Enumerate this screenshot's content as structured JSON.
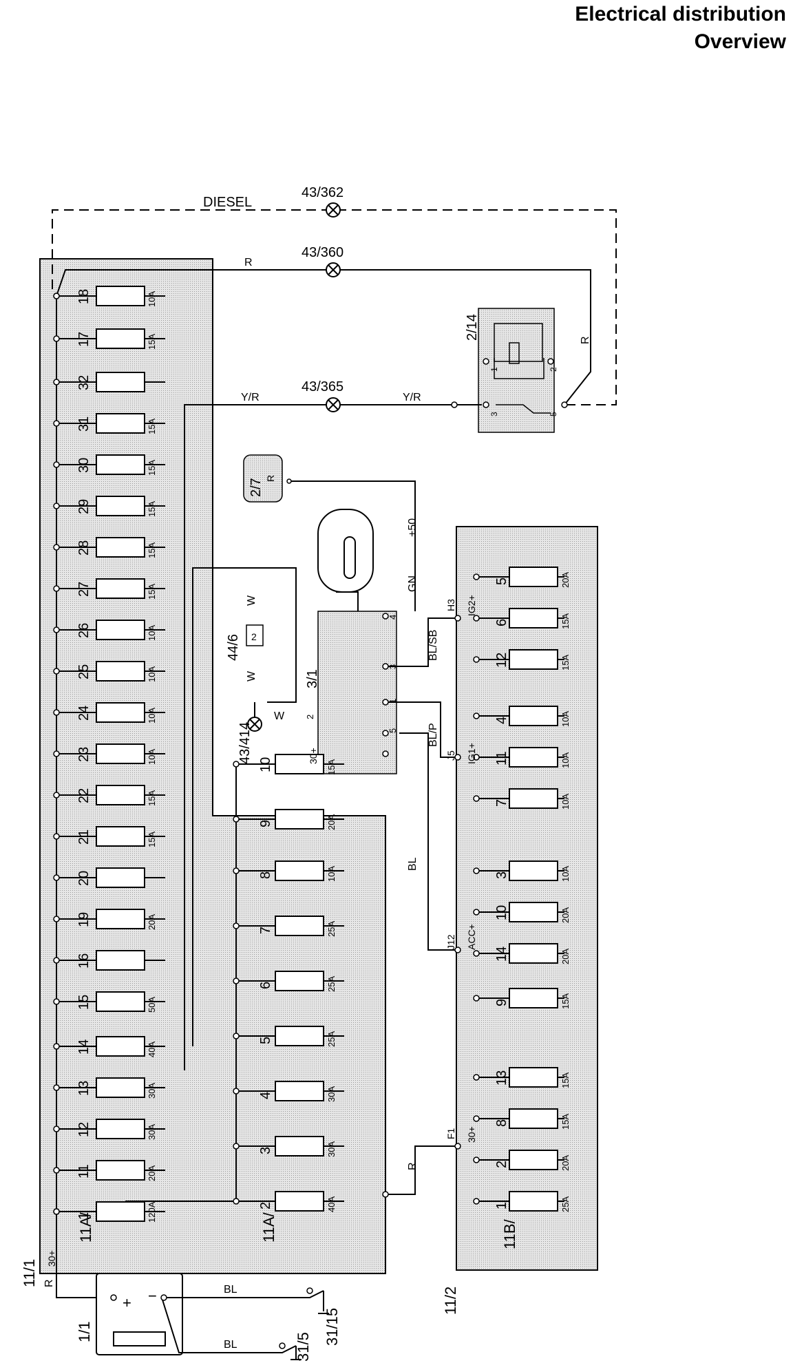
{
  "header": {
    "title": "Electrical distribution",
    "subtitle": "Overview"
  },
  "colors": {
    "shade": "#d9d9d9",
    "line": "#000000"
  },
  "diagram": {
    "diesel_label": "DIESEL",
    "connectors": {
      "c362": "43/362",
      "c360": "43/360",
      "c365": "43/365",
      "c414": "43/414"
    },
    "wires": {
      "r": "R",
      "yr": "Y/R",
      "w": "W",
      "gn": "GN",
      "p50": "+50",
      "blsb": "BL/SB",
      "blp": "BL/P",
      "bl": "BL"
    },
    "junctions": {
      "h3": "H3",
      "j5": "J5",
      "j12": "J12",
      "f1": "F1"
    },
    "feeds": {
      "ig2": "IG2+",
      "ig1": "IG1+",
      "acc": "ACC+",
      "b30": "30+"
    },
    "components": {
      "relay": "2/14",
      "relay_r": "R",
      "starter": "2/7",
      "starter_r": "R",
      "ign": "3/1",
      "ign_30": "30+",
      "c446": "44/6",
      "c446_pin": "2",
      "battery": "1/1",
      "ground15": "31/15",
      "ground5": "31/5"
    },
    "relay_pins": [
      "1",
      "2",
      "3",
      "5"
    ],
    "ign_pins": [
      "4",
      "3",
      "1",
      "2",
      "5"
    ],
    "boxes": {
      "main": "11/1",
      "main_30": "30+",
      "main_row": "11A/",
      "mid_row": "11A/",
      "right": "11/2",
      "right_row": "11B/"
    }
  },
  "main_fuses": [
    {
      "n": "18",
      "a": "10A"
    },
    {
      "n": "17",
      "a": "15A"
    },
    {
      "n": "32",
      "a": ""
    },
    {
      "n": "31",
      "a": "15A"
    },
    {
      "n": "30",
      "a": "15A"
    },
    {
      "n": "29",
      "a": "15A"
    },
    {
      "n": "28",
      "a": "15A"
    },
    {
      "n": "27",
      "a": "15A"
    },
    {
      "n": "26",
      "a": "10A"
    },
    {
      "n": "25",
      "a": "10A"
    },
    {
      "n": "24",
      "a": "10A"
    },
    {
      "n": "23",
      "a": "10A"
    },
    {
      "n": "22",
      "a": "15A"
    },
    {
      "n": "21",
      "a": "15A"
    },
    {
      "n": "20",
      "a": ""
    },
    {
      "n": "19",
      "a": "20A"
    },
    {
      "n": "16",
      "a": ""
    },
    {
      "n": "15",
      "a": "50A"
    },
    {
      "n": "14",
      "a": "40A"
    },
    {
      "n": "13",
      "a": "30A"
    },
    {
      "n": "12",
      "a": "30A"
    },
    {
      "n": "11",
      "a": "20A"
    },
    {
      "n": "1",
      "a": "120A"
    }
  ],
  "mid_fuses": [
    {
      "n": "10",
      "a": "15A"
    },
    {
      "n": "9",
      "a": "20A"
    },
    {
      "n": "8",
      "a": "10A"
    },
    {
      "n": "7",
      "a": "25A"
    },
    {
      "n": "6",
      "a": "25A"
    },
    {
      "n": "5",
      "a": "25A"
    },
    {
      "n": "4",
      "a": "30A"
    },
    {
      "n": "3",
      "a": "30A"
    },
    {
      "n": "2",
      "a": "40A"
    }
  ],
  "right_fuses": [
    {
      "n": "5",
      "a": "20A"
    },
    {
      "n": "6",
      "a": "15A"
    },
    {
      "n": "12",
      "a": "15A"
    },
    {
      "n": "4",
      "a": "10A"
    },
    {
      "n": "11",
      "a": "10A"
    },
    {
      "n": "7",
      "a": "10A"
    },
    {
      "n": "3",
      "a": "10A"
    },
    {
      "n": "10",
      "a": "20A"
    },
    {
      "n": "14",
      "a": "20A"
    },
    {
      "n": "9",
      "a": "15A"
    },
    {
      "n": "13",
      "a": "15A"
    },
    {
      "n": "8",
      "a": "15A"
    },
    {
      "n": "2",
      "a": "20A"
    },
    {
      "n": "1",
      "a": "25A"
    }
  ]
}
